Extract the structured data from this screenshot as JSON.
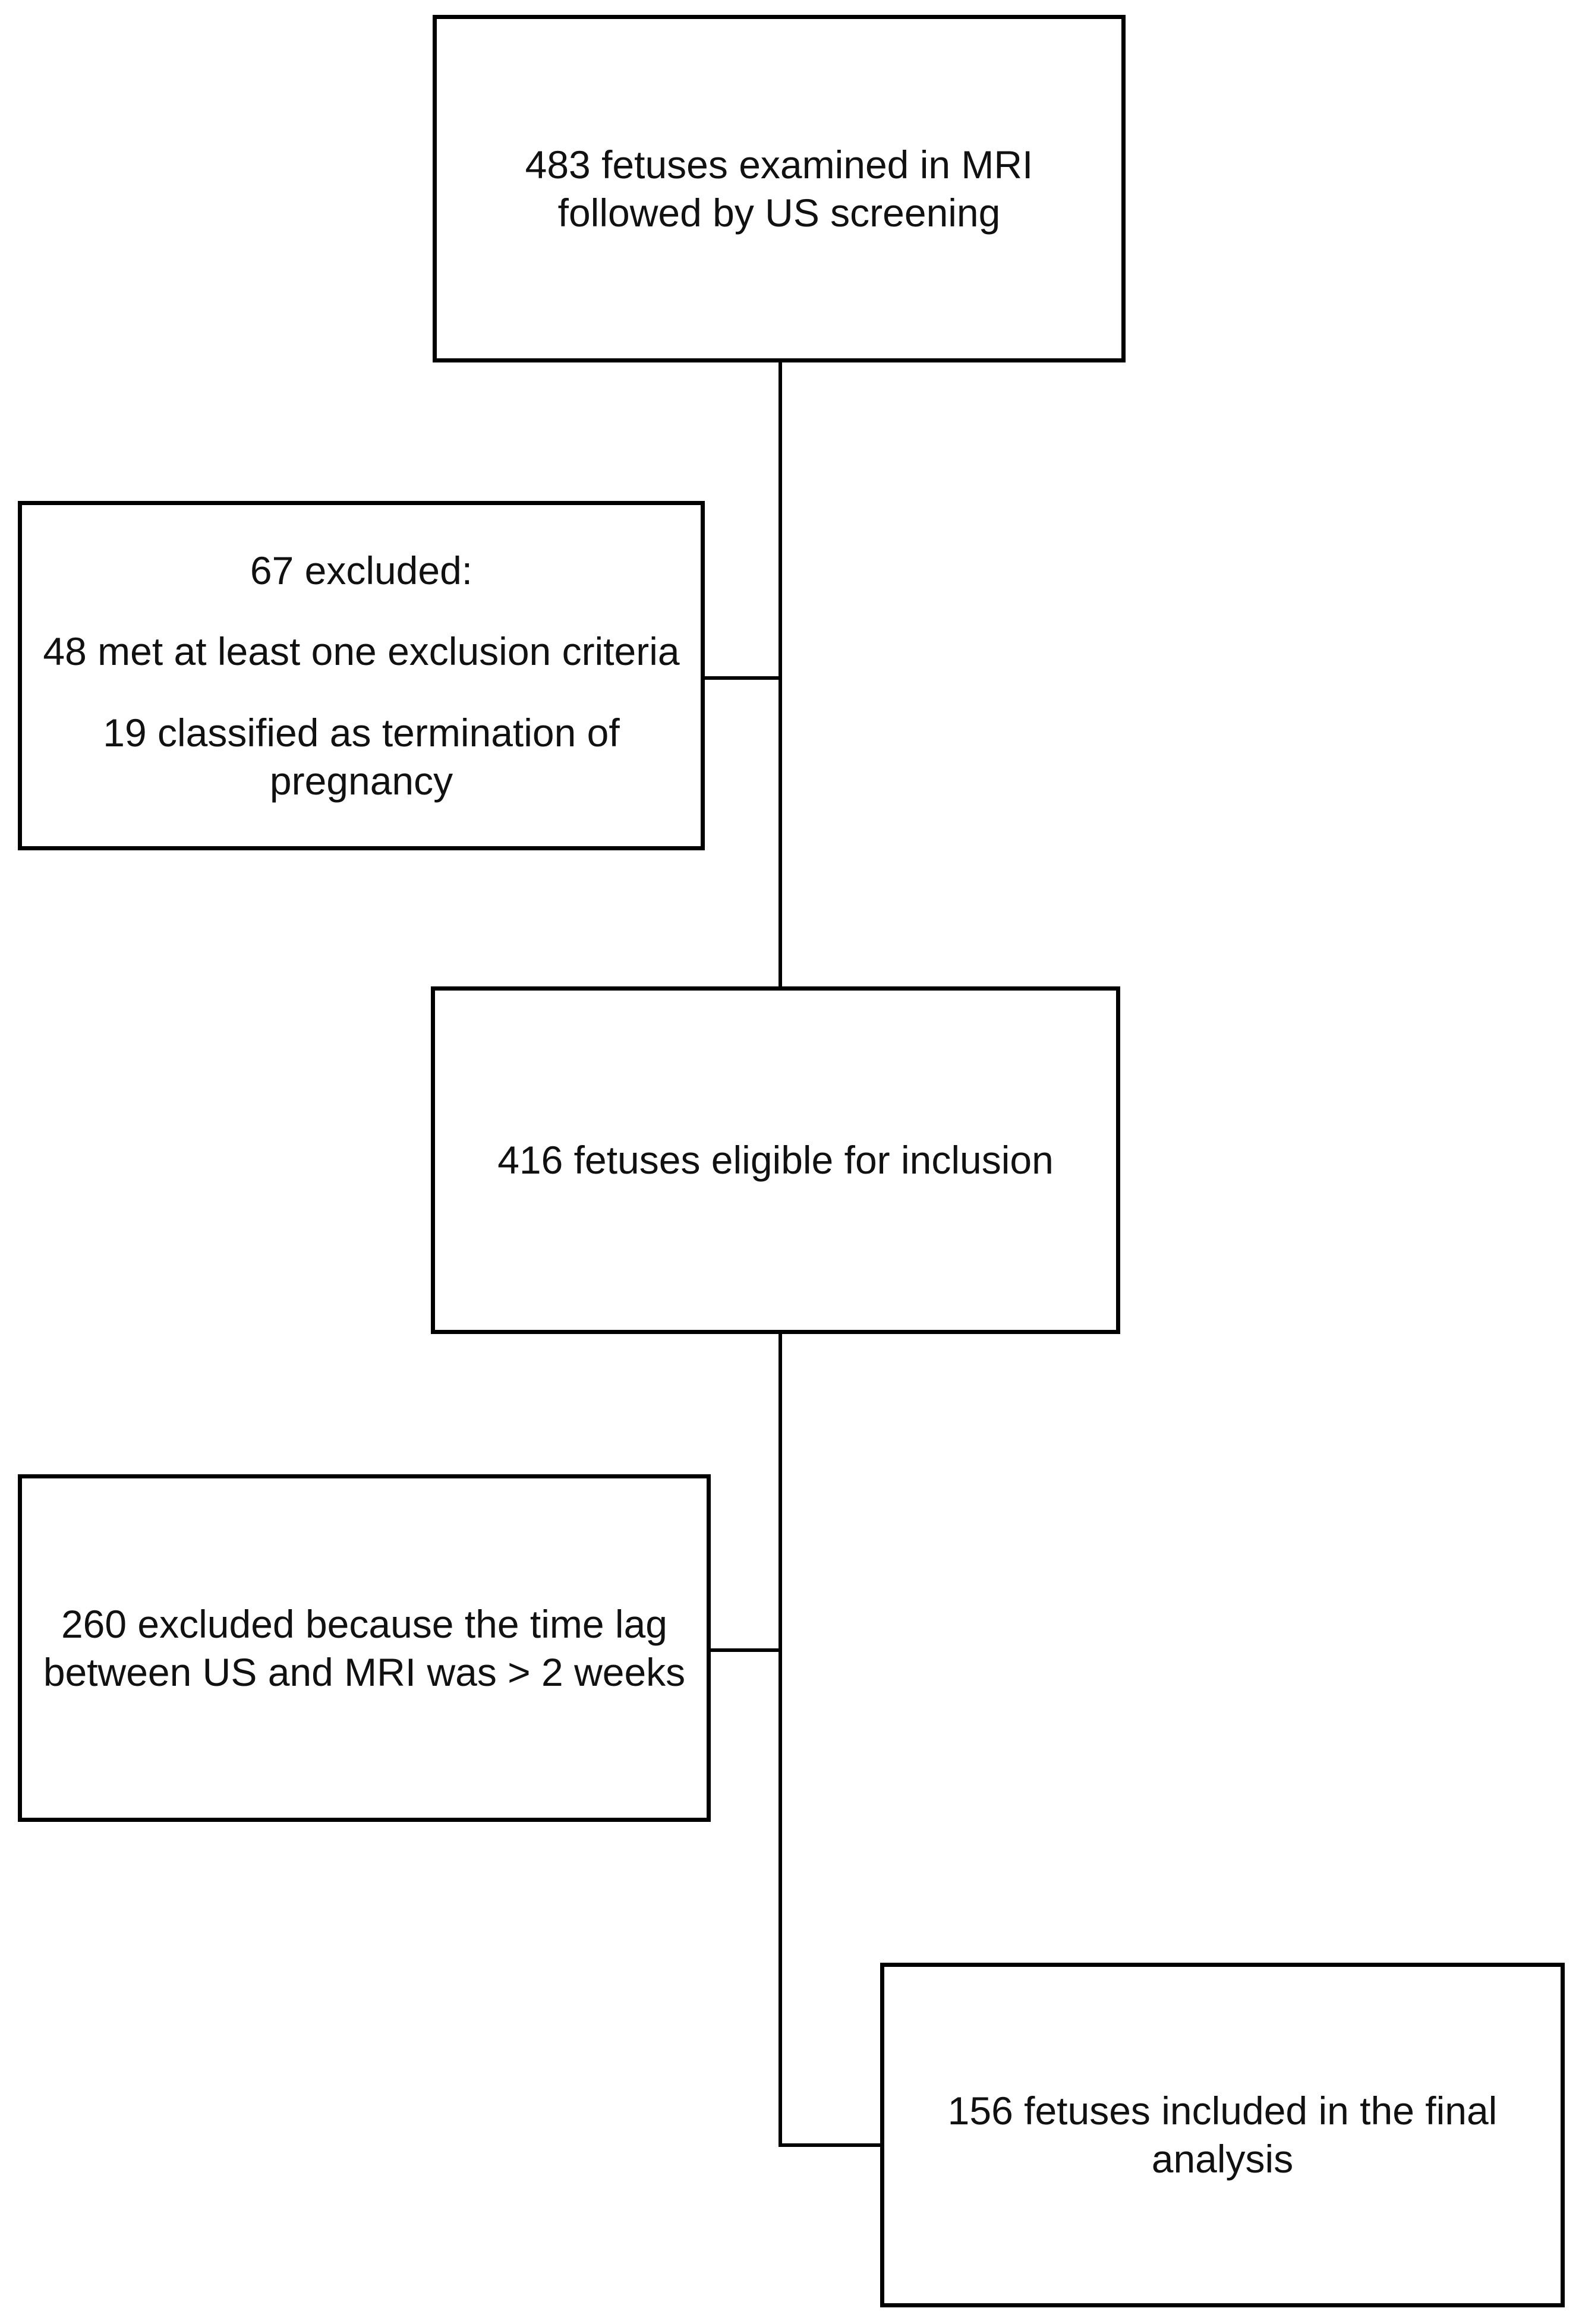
{
  "diagram": {
    "type": "study-inclusion-flowchart",
    "colors": {
      "border": "#000000",
      "background": "#ffffff",
      "text": "#111111"
    },
    "nodes": {
      "examined": {
        "line1": "483 fetuses examined in MRI",
        "line2": "followed by US screening"
      },
      "excluded_first": {
        "heading": "67 excluded:",
        "item1": "48 met at least one exclusion criteria",
        "item2": "19 classified as termination of pregnancy"
      },
      "eligible": {
        "text": "416 fetuses eligible for inclusion"
      },
      "excluded_second": {
        "text": "260 excluded because the time lag between US and MRI was > 2 weeks"
      },
      "final": {
        "text": "156 fetuses included in the final analysis"
      }
    }
  }
}
